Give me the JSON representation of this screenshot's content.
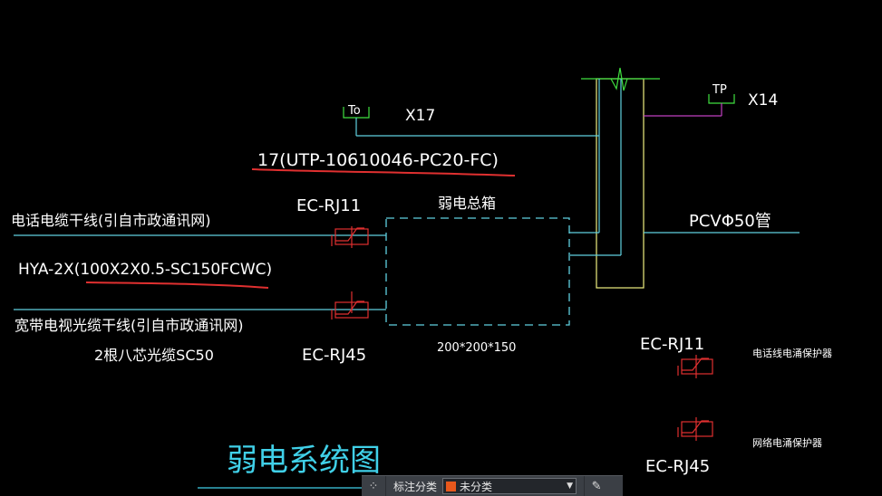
{
  "diagram": {
    "title": "弱电系统图",
    "labels": {
      "to_terminal": "To",
      "x17": "X17",
      "utp_cable": "17(UTP-10610046-PC20-FC)",
      "tp_terminal": "TP",
      "x14": "X14",
      "phone_trunk": "电话电缆干线(引自市政通讯网)",
      "hya_cable": "HYA-2X(100X2X0.5-SC150FCWC)",
      "broadband_trunk": "宽带电视光缆干线(引自市政通讯网)",
      "fiber_count": "2根八芯光缆SC50",
      "ec_rj11": "EC-RJ11",
      "ec_rj45": "EC-RJ45",
      "weak_box": "弱电总箱",
      "box_size": "200*200*150",
      "pvc_pipe": "PCVΦ50管",
      "legend_rj11": "EC-RJ11",
      "legend_rj11_desc": "电话线电涌保护器",
      "legend_rj45": "EC-RJ45",
      "legend_rj45_desc": "网络电涌保护器"
    },
    "colors": {
      "cyan": "#5fd0e0",
      "yellow": "#f0f080",
      "green": "#40e040",
      "magenta": "#c040c0",
      "red": "#e03030",
      "title": "#40d0e8"
    }
  },
  "toolbar": {
    "grip_icon": "grip-icon",
    "label": "标注分类",
    "selected": "未分类",
    "edit_icon": "edit-icon"
  }
}
